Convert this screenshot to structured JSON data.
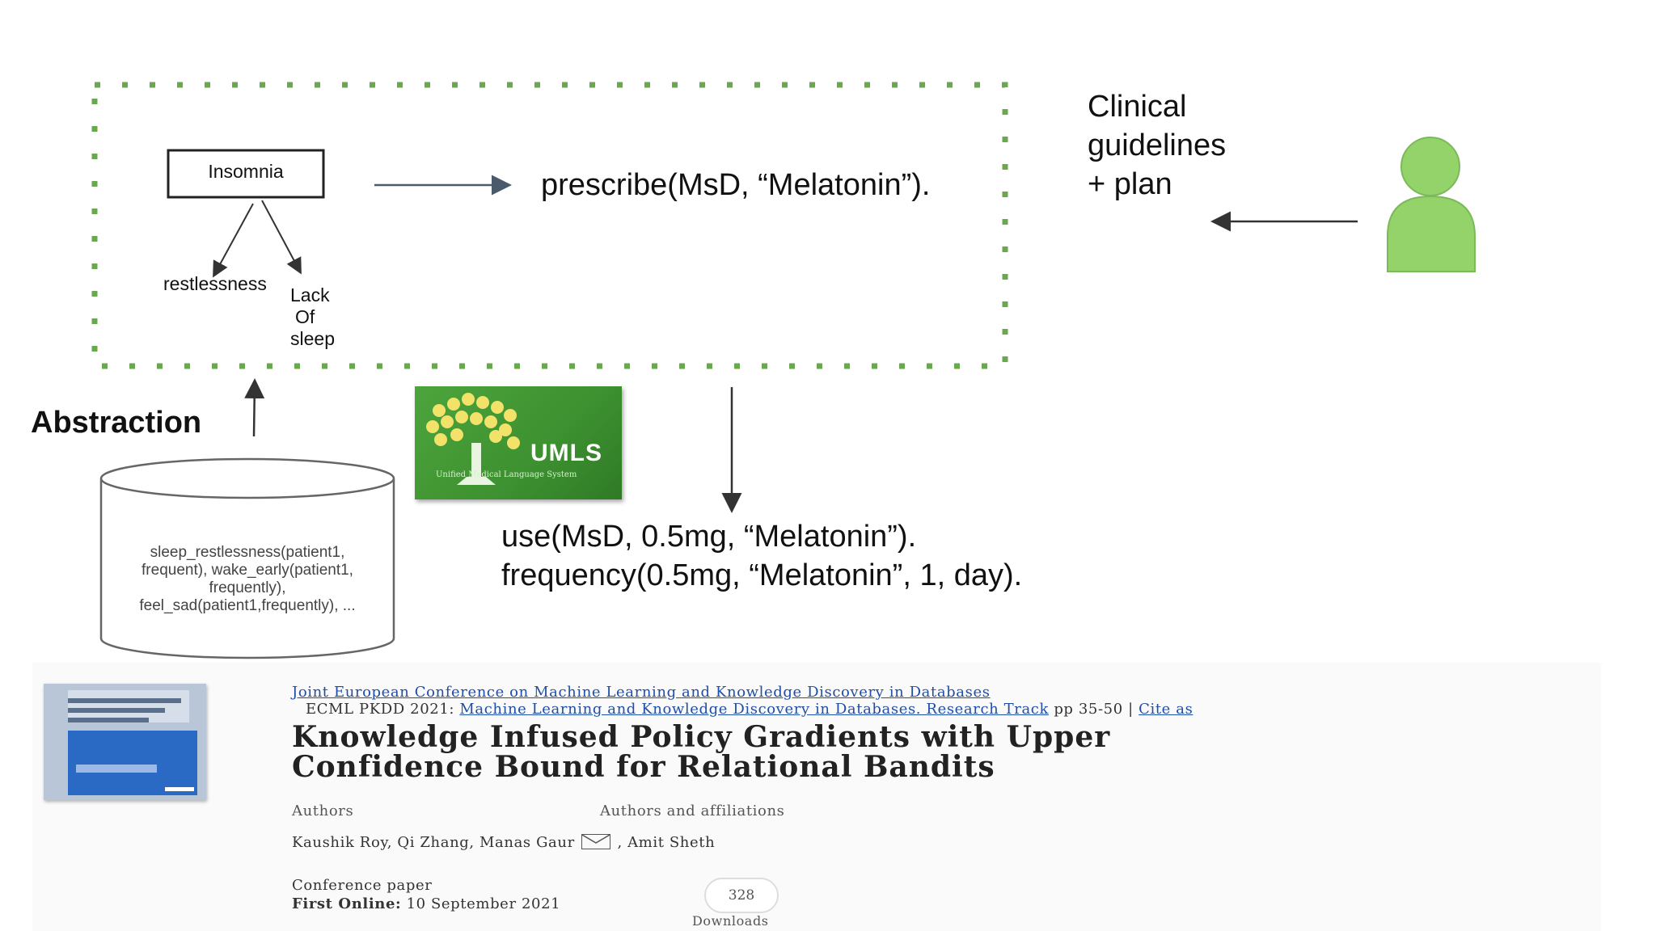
{
  "diagram": {
    "insomnia": "Insomnia",
    "restlessness": "restlessness",
    "lack_of_sleep": [
      "Lack",
      "Of",
      "sleep"
    ],
    "prescribe": "prescribe(MsD, “Melatonin”).",
    "clinical": [
      "Clinical",
      "guidelines",
      "+ plan"
    ],
    "abstraction": "Abstraction",
    "kb_facts": [
      "sleep_restlessness(patient1,",
      "frequent), wake_early(patient1,",
      "frequently),",
      "feel_sad(patient1,frequently), ..."
    ],
    "use": "use(MsD, 0.5mg, “Melatonin”).",
    "frequency": "frequency(0.5mg, “Melatonin”, 1, day).",
    "umls": {
      "title": "UMLS",
      "subtitle": "Unified    Medical Language System"
    },
    "colors": {
      "dashed_border": "#6aa84f",
      "person": "#93d36a",
      "arrow": "#4a5a6a"
    }
  },
  "paper": {
    "conference_link": "Joint European Conference on Machine Learning and Knowledge Discovery in Databases",
    "series_prefix": "ECML PKDD 2021:",
    "series_link": "Machine Learning and Knowledge Discovery in Databases. Research Track",
    "pages": "pp 35-50",
    "separator": "|",
    "cite": "Cite as",
    "title_line1": "Knowledge Infused Policy Gradients with Upper",
    "title_line2": "Confidence Bound for Relational Bandits",
    "tab_authors": "Authors",
    "tab_affiliations": "Authors and affiliations",
    "authors_before_icon": "Kaushik Roy, Qi Zhang, Manas Gaur",
    "authors_after_icon": ", Amit Sheth",
    "type": "Conference paper",
    "first_online_label": "First Online:",
    "first_online_date": "10 September 2021",
    "downloads_count": "328",
    "downloads_label": "Downloads"
  }
}
